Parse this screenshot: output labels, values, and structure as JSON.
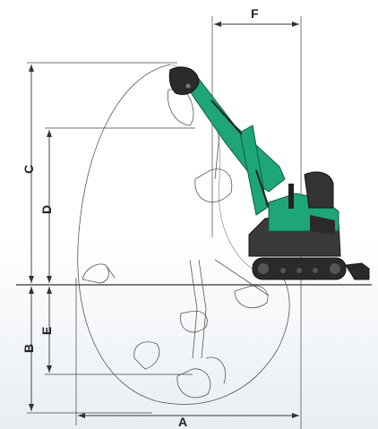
{
  "dimension_labels": {
    "a": "A",
    "b": "B",
    "c": "C",
    "d": "D",
    "e": "E",
    "f": "F"
  },
  "colors": {
    "machine_green": "#1fa57a",
    "machine_dark": "#2b2b2b",
    "line": "#333333",
    "background": "#ffffff"
  }
}
